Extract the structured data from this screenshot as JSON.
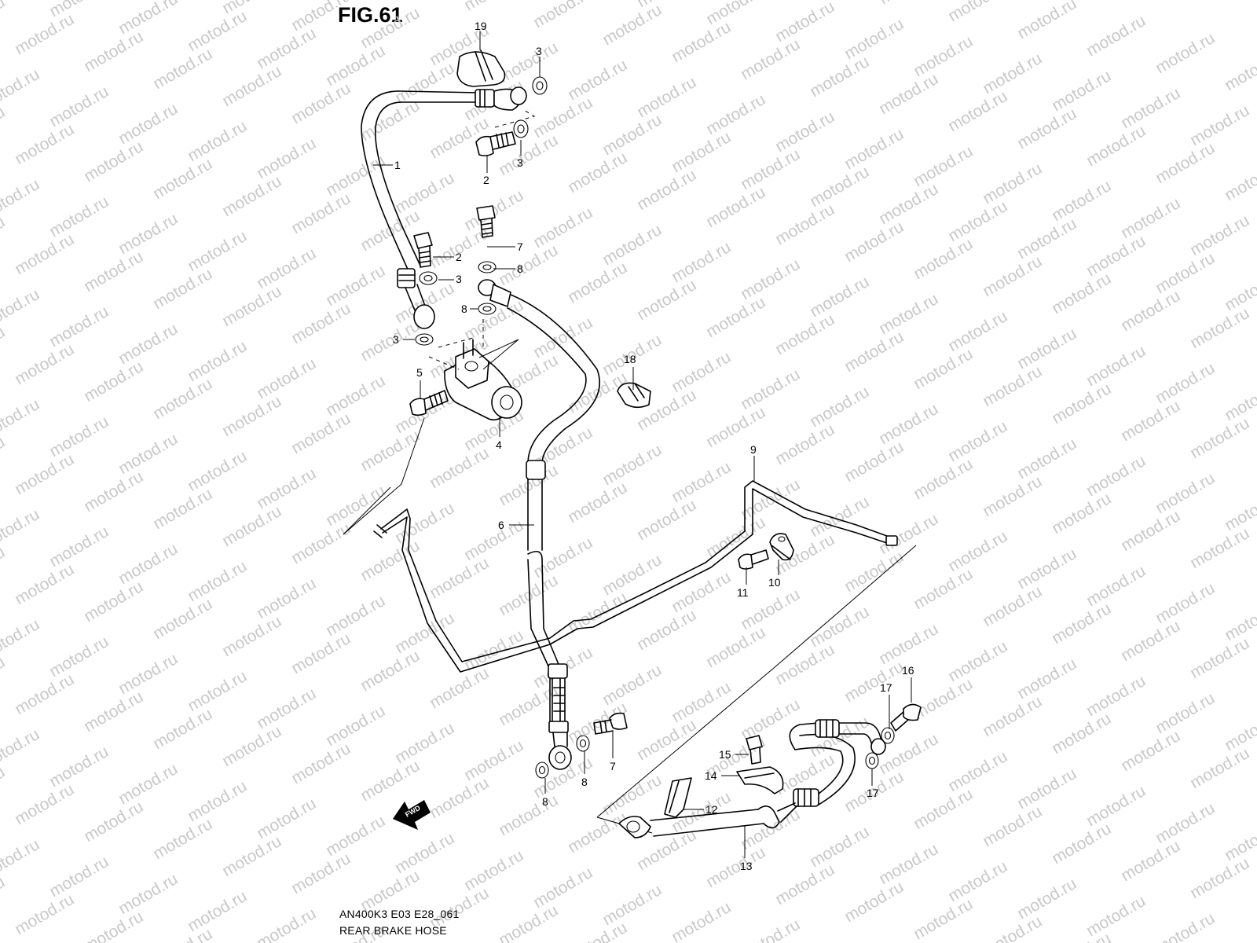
{
  "figure": {
    "title": "FIG.61",
    "model_code": "AN400K3 E03 E28_061",
    "name": "REAR BRAKE HOSE"
  },
  "watermark": {
    "text": "motod.ru"
  },
  "fwd_badge": {
    "label": "FWD",
    "icon": "arrow-left-down-icon"
  },
  "callouts": [
    "19",
    "3",
    "3",
    "2",
    "1",
    "2",
    "3",
    "7",
    "8",
    "8",
    "3",
    "5",
    "4",
    "18",
    "9",
    "6",
    "10",
    "11",
    "16",
    "17",
    "15",
    "14",
    "12",
    "17",
    "7",
    "8",
    "8",
    "13"
  ]
}
